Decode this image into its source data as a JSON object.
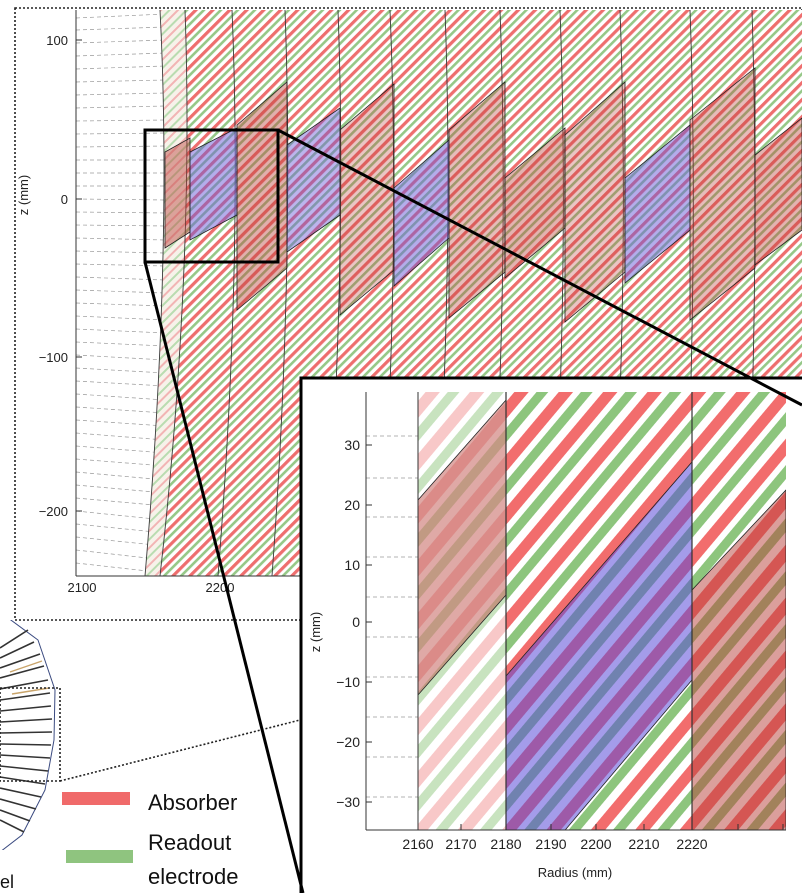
{
  "top_plot": {
    "ylabel": "z (mm)",
    "yticks": [
      "100",
      "0",
      "−100",
      "−200"
    ],
    "xticks": [
      "2100",
      "2200"
    ]
  },
  "zoom_plot": {
    "ylabel": "z (mm)",
    "xlabel": "Radius (mm)",
    "yticks": [
      "30",
      "20",
      "10",
      "0",
      "−10",
      "−20",
      "−30"
    ],
    "xticks": [
      "2160",
      "2170",
      "2180",
      "2190",
      "2200",
      "2210",
      "2220"
    ]
  },
  "legend": {
    "absorber_label": "Absorber",
    "electrode_label_line1": "Readout",
    "electrode_label_line2": "electrode",
    "absorber_color": "#f06a6a",
    "electrode_color": "#8fc47f"
  },
  "caption_fragment": "rel"
}
